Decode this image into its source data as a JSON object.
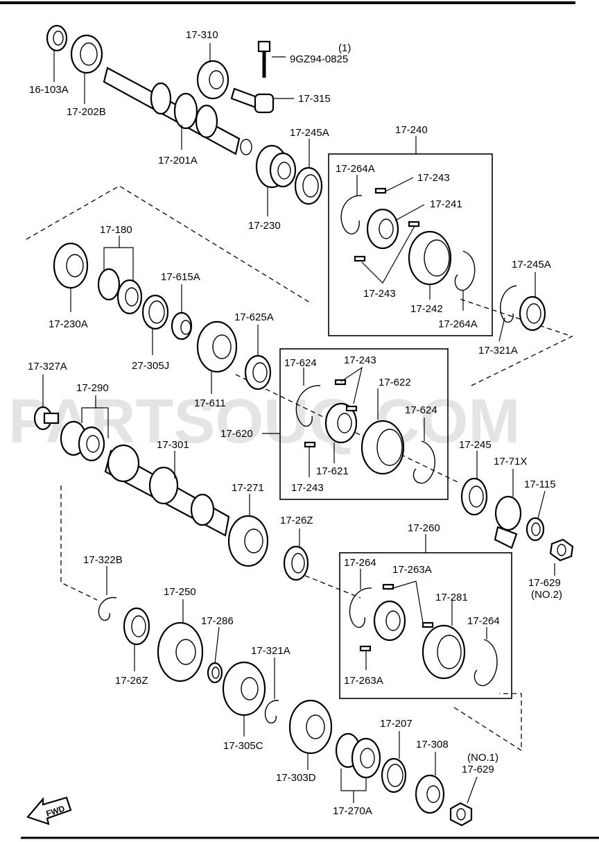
{
  "watermark": "PARTSOUQ.COM",
  "fwd_label": "FWD",
  "labels": {
    "p16_103A": "16-103A",
    "p17_202B": "17-202B",
    "p17_201A": "17-201A",
    "p17_310": "17-310",
    "p9GZ94_qty": "(1)",
    "p9GZ94": "9GZ94-0825",
    "p17_315": "17-315",
    "p17_245A_top": "17-245A",
    "p17_230": "17-230",
    "p17_240": "17-240",
    "p17_264A_top": "17-264A",
    "p17_243_a": "17-243",
    "p17_241": "17-241",
    "p17_243_b": "17-243",
    "p17_242": "17-242",
    "p17_264A_bot": "17-264A",
    "p17_245A_right": "17-245A",
    "p17_321A_right": "17-321A",
    "p17_180": "17-180",
    "p17_230A": "17-230A",
    "p17_615A": "17-615A",
    "p27_305J": "27-305J",
    "p17_625A": "17-625A",
    "p17_611": "17-611",
    "p17_327A": "17-327A",
    "p17_290": "17-290",
    "p17_301": "17-301",
    "p17_620": "17-620",
    "p17_624_a": "17-624",
    "p17_243_c": "17-243",
    "p17_622": "17-622",
    "p17_624_b": "17-624",
    "p17_621": "17-621",
    "p17_243_d": "17-243",
    "p17_245": "17-245",
    "p17_71X": "17-71X",
    "p17_115": "17-115",
    "p17_629_no2": "17-629",
    "no2": "(NO.2)",
    "p17_271": "17-271",
    "p17_26Z_a": "17-26Z",
    "p17_260": "17-260",
    "p17_264_a": "17-264",
    "p17_263A_a": "17-263A",
    "p17_281": "17-281",
    "p17_264_b": "17-264",
    "p17_263A_b": "17-263A",
    "p17_322B": "17-322B",
    "p17_250": "17-250",
    "p17_286": "17-286",
    "p17_321A_low": "17-321A",
    "p17_26Z_b": "17-26Z",
    "p17_305C": "17-305C",
    "p17_303D": "17-303D",
    "p17_207": "17-207",
    "p17_308": "17-308",
    "no1": "(NO.1)",
    "p17_629_no1": "17-629",
    "p17_270A": "17-270A"
  }
}
